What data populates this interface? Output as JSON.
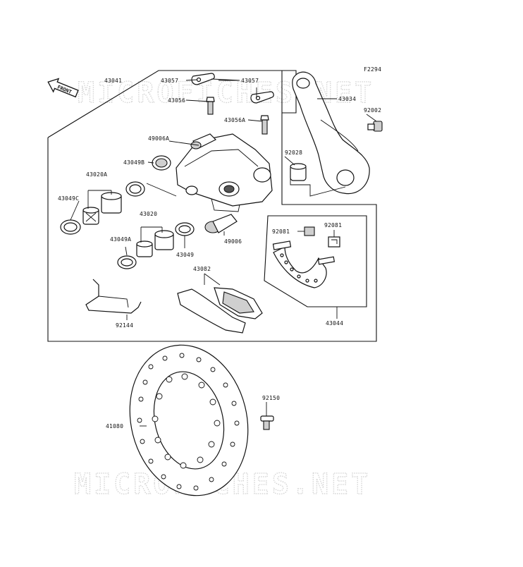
{
  "diagram": {
    "code": "F2294",
    "direction_label": "FRONT",
    "watermark": "MICROFICHES.NET",
    "parts": [
      {
        "number": "43041"
      },
      {
        "number": "43057"
      },
      {
        "number": "43057"
      },
      {
        "number": "43056"
      },
      {
        "number": "43056A"
      },
      {
        "number": "43034"
      },
      {
        "number": "92002"
      },
      {
        "number": "49006A"
      },
      {
        "number": "43049B"
      },
      {
        "number": "43020A"
      },
      {
        "number": "92028"
      },
      {
        "number": "43049C"
      },
      {
        "number": "43020"
      },
      {
        "number": "43049A"
      },
      {
        "number": "43049"
      },
      {
        "number": "49006"
      },
      {
        "number": "92081"
      },
      {
        "number": "92081"
      },
      {
        "number": "43082"
      },
      {
        "number": "43044"
      },
      {
        "number": "92144"
      },
      {
        "number": "92150"
      },
      {
        "number": "41080"
      }
    ]
  }
}
